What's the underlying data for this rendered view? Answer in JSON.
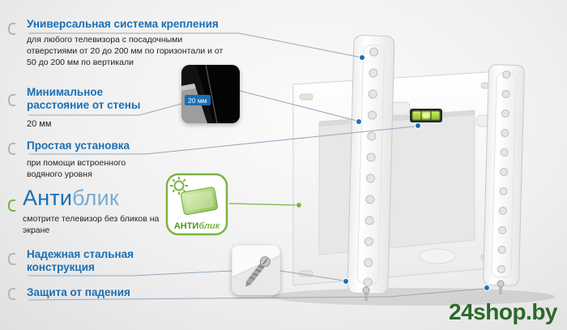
{
  "colors": {
    "accent_blue": "#1a6fb5",
    "accent_green": "#7cb342",
    "logo_green": "#2c682c",
    "leader_line": "#92a9c0",
    "body_text": "#222222"
  },
  "features": [
    {
      "title": "Универсальная система крепления",
      "body": "для любого телевизора с посадочными отверстиями от 20 до 200 мм по горизонтали и от 50 до 200 мм по вертикали"
    },
    {
      "title": "Минимальное расстояние от стены",
      "body": "20 мм"
    },
    {
      "title": "Простая установка",
      "body": "при помощи встроенного водяного уровня"
    },
    {
      "title_part1": "Анти",
      "title_part2": "блик",
      "body": "смотрите телевизор без бликов на экране"
    },
    {
      "title": "Надежная стальная конструкция"
    },
    {
      "title": "Защита от падения"
    }
  ],
  "antiglare_badge": {
    "part1": "АНТИ",
    "part2": "блик"
  },
  "insets": {
    "wall_distance_label": "20 мм"
  },
  "logo": {
    "text": "24shop.by"
  }
}
